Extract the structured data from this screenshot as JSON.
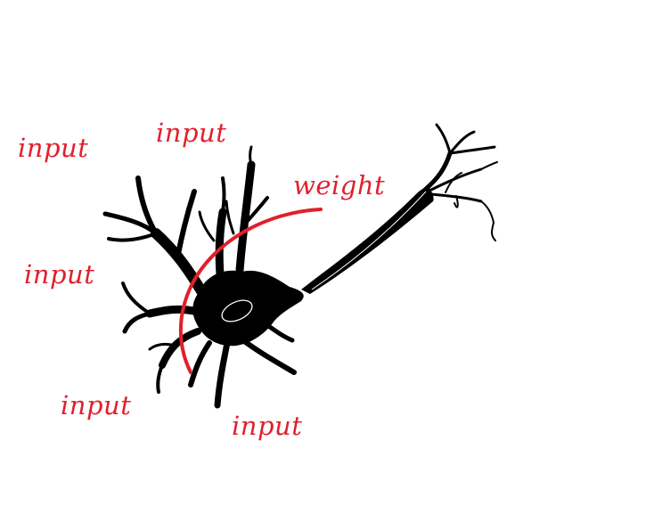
{
  "labels": {
    "input_1": "input",
    "input_2": "input",
    "input_3": "input",
    "input_4": "input",
    "input_5": "input",
    "weight": "weight"
  },
  "colors": {
    "neuron": "#000000",
    "annotation": "#e0202c",
    "background": "#ffffff"
  }
}
